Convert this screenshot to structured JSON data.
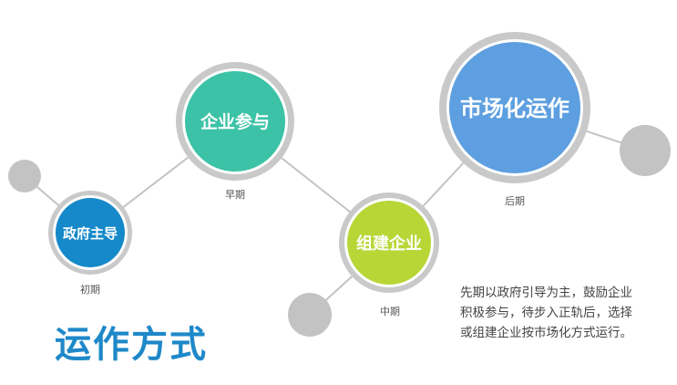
{
  "nodes": [
    {
      "id": "gov",
      "title": "政府主导",
      "stage": "初期",
      "fill": "#1589c9"
    },
    {
      "id": "enterprise",
      "title": "企业参与",
      "stage": "早期",
      "fill": "#3cc2a6"
    },
    {
      "id": "build",
      "title": "组建企业",
      "stage": "中期",
      "fill": "#b9d637"
    },
    {
      "id": "market",
      "title": "市场化运作",
      "stage": "后期",
      "fill": "#5d9fe0"
    }
  ],
  "heading": "运作方式",
  "description": [
    "先期以政府引导为主，鼓励企业",
    "积极参与，待步入正轨后，选择",
    "或组建企业按市场化方式运行。"
  ],
  "colors": {
    "connector": "#c3c3c3",
    "ring": "#c9c9c9",
    "ring_inner": "#ffffff",
    "title": "#1e88c9"
  }
}
